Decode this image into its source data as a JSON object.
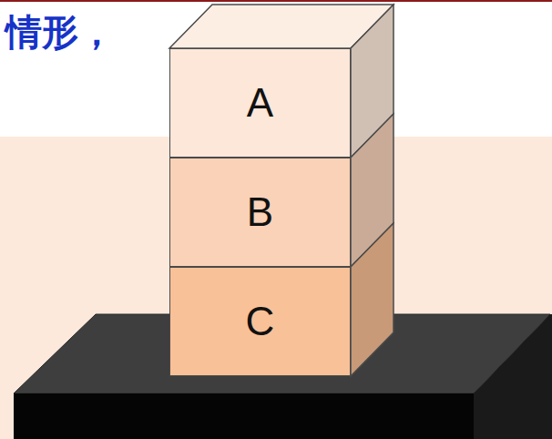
{
  "diagram": {
    "title": "情形，",
    "nodes": [
      {
        "text": [
          "A"
        ]
      },
      {
        "text": [
          "B"
        ]
      },
      {
        "text": [
          "C"
        ]
      }
    ]
  }
}
